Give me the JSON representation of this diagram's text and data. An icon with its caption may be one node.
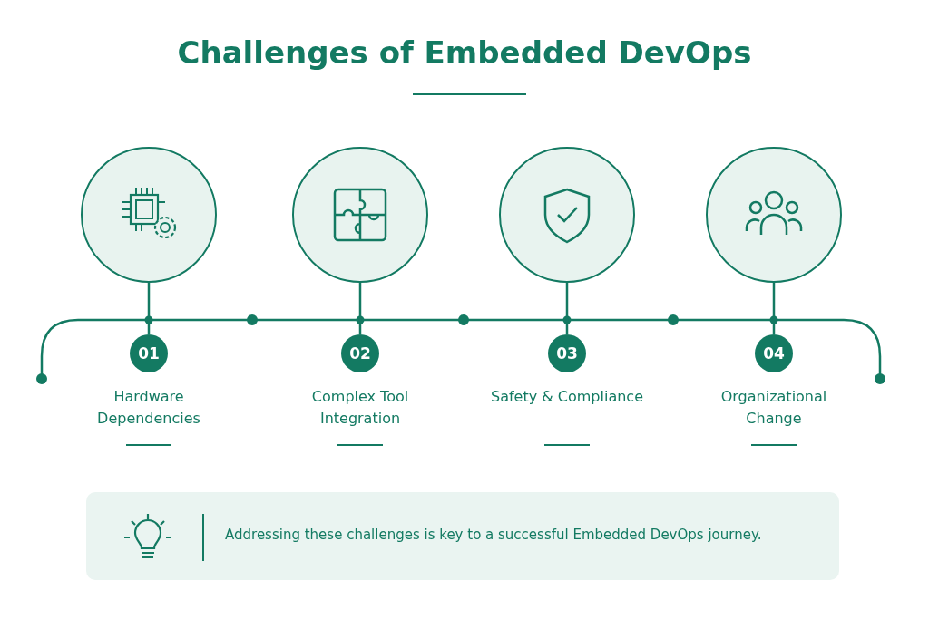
{
  "diagram": {
    "title": "Challenges of Embedded DevOps",
    "nodes": [
      {
        "text": [],
        "shape": "circle"
      },
      {
        "text": [],
        "shape": "circle"
      },
      {
        "text": [],
        "shape": "circle"
      },
      {
        "text": [],
        "shape": "circle"
      },
      {
        "text": [
          "01"
        ],
        "beside": [
          "Hardware Dependencies"
        ]
      },
      {
        "text": [
          "02"
        ],
        "beside": [
          "Complex Tool Integration"
        ]
      },
      {
        "text": [
          "03"
        ],
        "beside": [
          "Safety & Compliance"
        ]
      },
      {
        "text": [
          "04"
        ],
        "beside": [
          "Organizational Change"
        ]
      },
      {
        "text": [
          "Addressing these challenges is key to a successful Embedded DevOps journey."
        ]
      }
    ],
    "edges": [
      {
        "from": 0,
        "to": 4,
        "arrow": "none"
      },
      {
        "from": 1,
        "to": 5,
        "arrow": "none"
      },
      {
        "from": 2,
        "to": 6,
        "arrow": "none"
      },
      {
        "from": 3,
        "to": 7,
        "arrow": "none"
      }
    ]
  }
}
